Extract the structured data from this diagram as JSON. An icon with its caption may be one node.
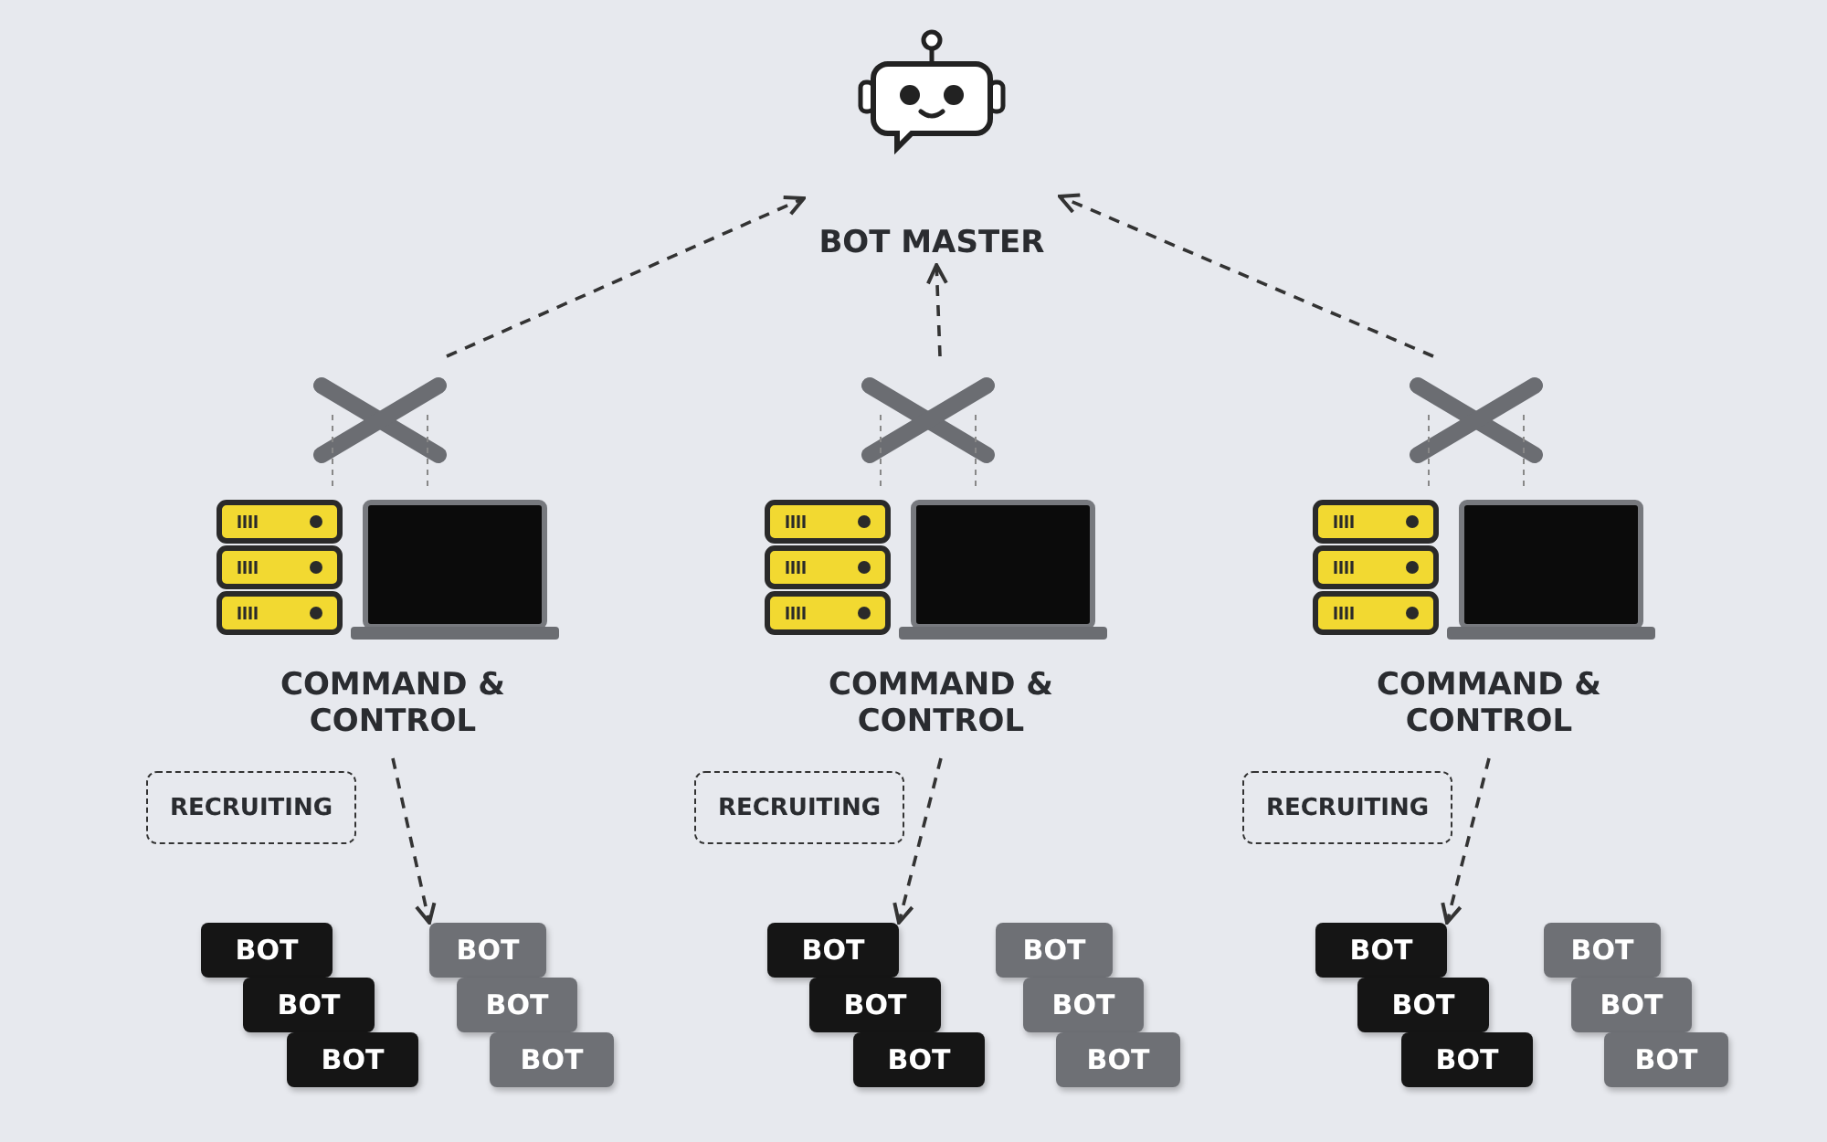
{
  "diagram": {
    "nodes": [
      {
        "text": [
          "BOT MASTER"
        ]
      },
      {
        "text": [
          "COMMAND & CONTROL"
        ]
      },
      {
        "text": [
          "COMMAND & CONTROL"
        ]
      },
      {
        "text": [
          "COMMAND & CONTROL"
        ]
      },
      {
        "text": [
          "RECRUITING"
        ]
      },
      {
        "text": [
          "RECRUITING"
        ]
      },
      {
        "text": [
          "RECRUITING"
        ]
      },
      {
        "text": [
          "BOT"
        ]
      },
      {
        "text": [
          "BOT"
        ]
      },
      {
        "text": [
          "BOT"
        ]
      },
      {
        "text": [
          "BOT"
        ]
      },
      {
        "text": [
          "BOT"
        ]
      },
      {
        "text": [
          "BOT"
        ]
      },
      {
        "text": [
          "BOT"
        ]
      },
      {
        "text": [
          "BOT"
        ]
      },
      {
        "text": [
          "BOT"
        ]
      },
      {
        "text": [
          "BOT"
        ]
      },
      {
        "text": [
          "BOT"
        ]
      },
      {
        "text": [
          "BOT"
        ]
      },
      {
        "text": [
          "BOT"
        ]
      },
      {
        "text": [
          "BOT"
        ]
      },
      {
        "text": [
          "BOT"
        ]
      },
      {
        "text": [
          "BOT"
        ]
      },
      {
        "text": [
          "BOT"
        ]
      },
      {
        "text": [
          "BOT"
        ]
      }
    ],
    "edges": [
      {
        "from": 1,
        "to": 0,
        "arrow": "to",
        "style": "dashed"
      },
      {
        "from": 2,
        "to": 0,
        "arrow": "to",
        "style": "dashed"
      },
      {
        "from": 3,
        "to": 0,
        "arrow": "to",
        "style": "dashed"
      },
      {
        "from": 1,
        "to": 10,
        "arrow": "to",
        "style": "dashed"
      },
      {
        "from": 2,
        "to": 13,
        "arrow": "to",
        "style": "dashed"
      },
      {
        "from": 3,
        "to": 19,
        "arrow": "to",
        "style": "dashed"
      }
    ]
  }
}
